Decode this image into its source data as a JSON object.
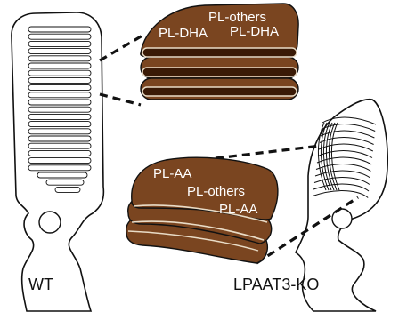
{
  "labels": {
    "wt": "WT",
    "ko": "LPAAT3-KO",
    "wt_stack_top_right": "PL-others",
    "wt_stack_left": "PL-DHA",
    "wt_stack_right": "PL-DHA",
    "ko_stack_top": "PL-AA",
    "ko_stack_middle": "PL-others",
    "ko_stack_lower": "PL-AA"
  },
  "colors": {
    "membrane_fill": "#7a4520",
    "membrane_dark": "#3a1a06",
    "membrane_line": "#e9dcc7",
    "outline": "#111111",
    "label_text": "#ffffff",
    "caption_text": "#111111"
  }
}
